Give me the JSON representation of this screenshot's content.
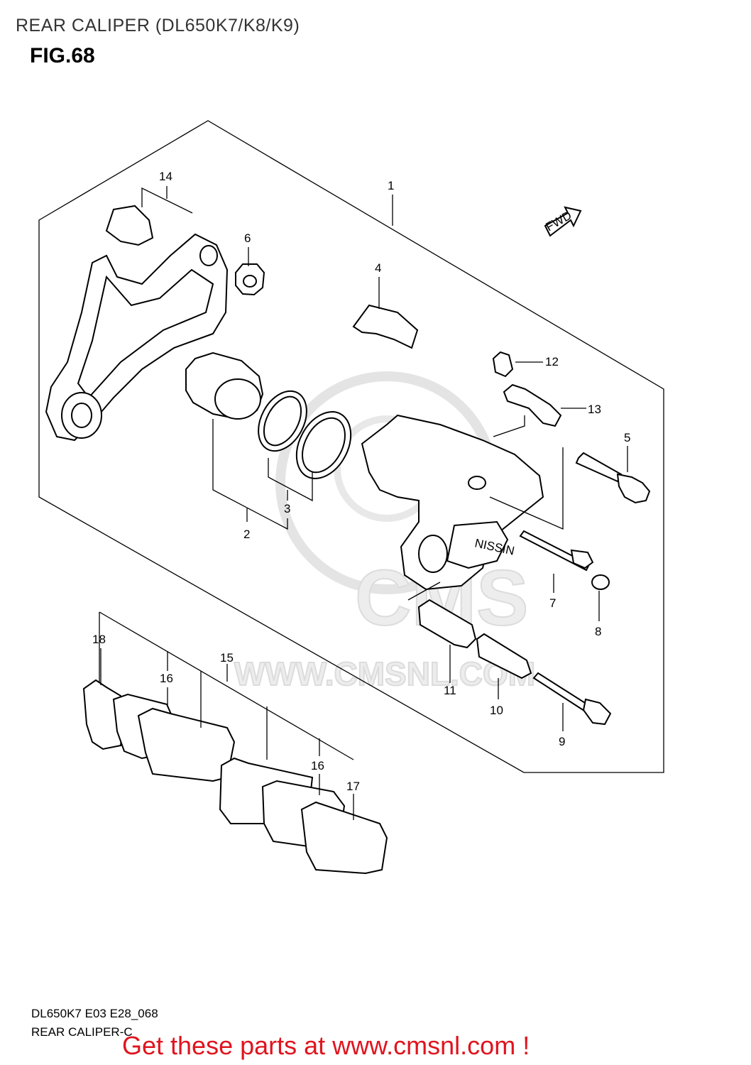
{
  "header": {
    "title": "REAR CALIPER (DL650K7/K8/K9)",
    "figure": "FIG.68"
  },
  "diagram": {
    "callouts": [
      "1",
      "2",
      "3",
      "4",
      "5",
      "6",
      "7",
      "8",
      "9",
      "10",
      "11",
      "12",
      "13",
      "14",
      "15",
      "16",
      "16",
      "17",
      "18"
    ],
    "fwd_label": "FWD",
    "caliper_mark": "NISSIN",
    "watermark": {
      "brand": "CMS",
      "url": "WWW.CMSNL.COM"
    }
  },
  "footer": {
    "code": "DL650K7 E03 E28_068",
    "caption": "REAR CALIPER-C",
    "promo": "Get these parts at www.cmsnl.com !"
  },
  "colors": {
    "promo": "#e0141e",
    "line": "#000000",
    "watermark": "#dcdcdc"
  }
}
